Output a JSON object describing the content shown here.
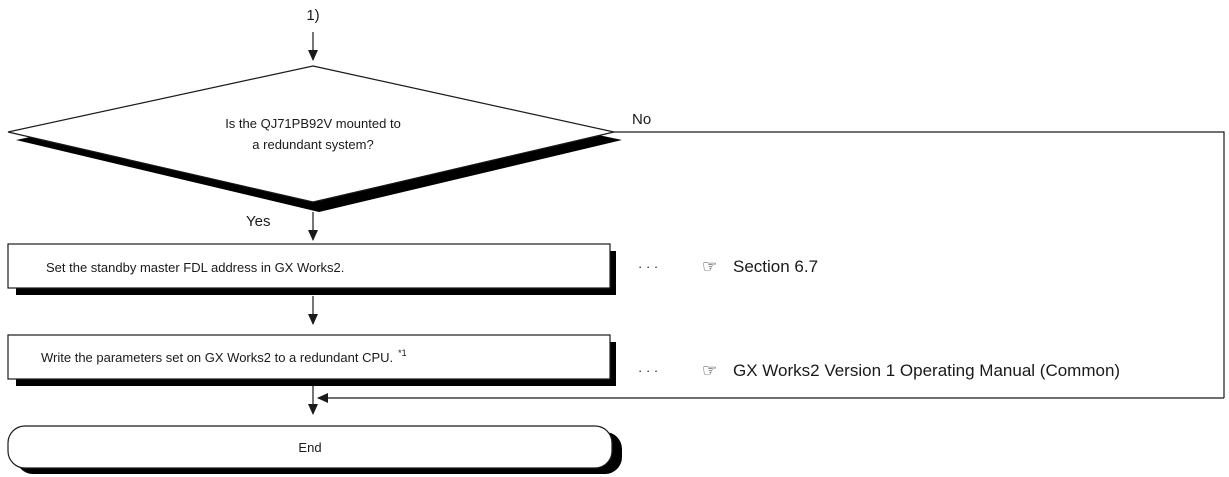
{
  "connector": {
    "label": "1)"
  },
  "decision": {
    "line1": "Is the QJ71PB92V mounted to",
    "line2": "a redundant system?",
    "yes_label": "Yes",
    "no_label": "No"
  },
  "steps": [
    {
      "text": "Set the standby master FDL address in GX Works2.",
      "footnote": "",
      "ref_dots": "· · ·",
      "ref_icon": "☞",
      "ref_text": "Section 6.7"
    },
    {
      "text": "Write the parameters set on GX Works2 to a redundant CPU.",
      "footnote": "*1",
      "ref_dots": "· · ·",
      "ref_icon": "☞",
      "ref_text": "GX Works2 Version 1 Operating Manual (Common)"
    }
  ],
  "terminal": {
    "label": "End"
  },
  "colors": {
    "line": "#1a1a1a",
    "shadow": "#000000",
    "fill": "#ffffff",
    "text": "#1a1a1a"
  }
}
